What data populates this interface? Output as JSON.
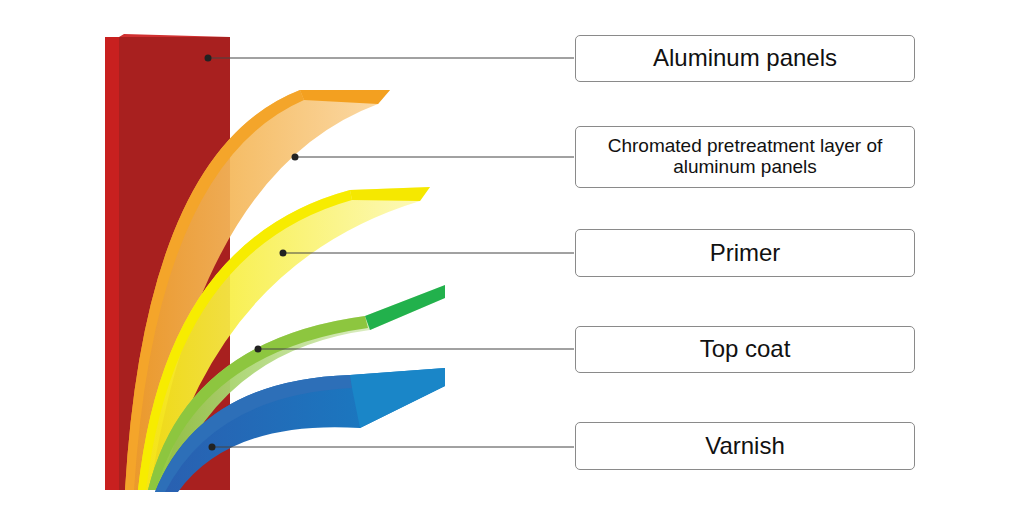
{
  "diagram": {
    "nodes": [
      {
        "text": [
          "Aluminum panels"
        ]
      },
      {
        "text": [
          "Chromated pretreatment layer of aluminum panels"
        ]
      },
      {
        "text": [
          "Primer"
        ]
      },
      {
        "text": [
          "Top coat"
        ]
      },
      {
        "text": [
          "Varnish"
        ]
      }
    ]
  }
}
